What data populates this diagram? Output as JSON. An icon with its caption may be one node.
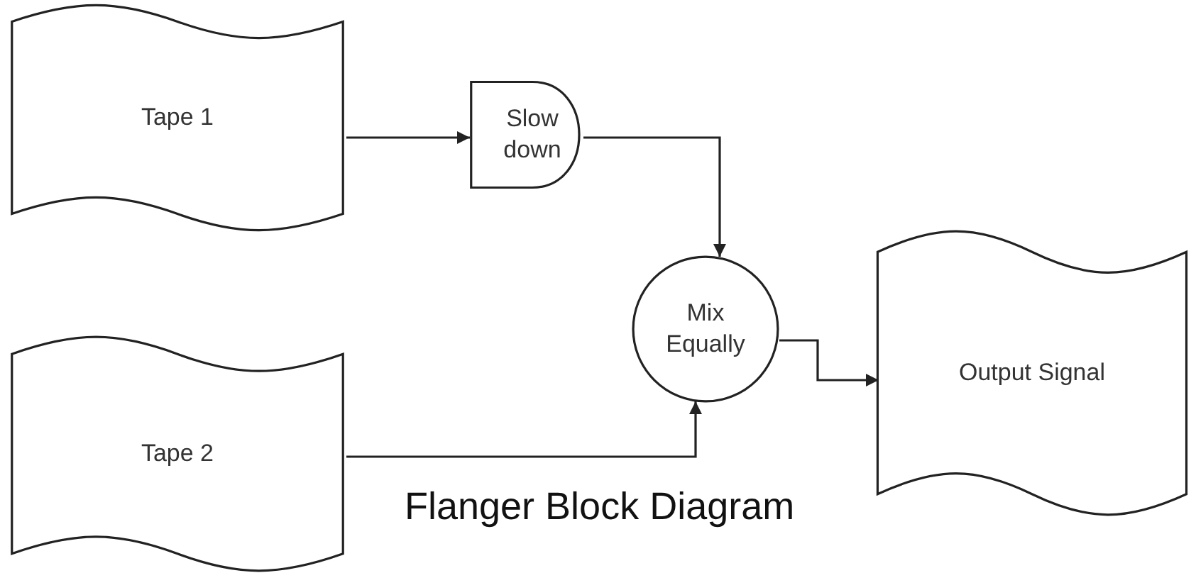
{
  "diagram": {
    "nodes": [
      {
        "text": [
          "Tape 1"
        ]
      },
      {
        "text": [
          "Slow down"
        ]
      },
      {
        "text": [
          "Mix Equally"
        ]
      },
      {
        "text": [
          "Output Signal"
        ]
      },
      {
        "text": [
          "Tape 2"
        ]
      }
    ],
    "edges": [
      {
        "from": 0,
        "to": 1,
        "arrow": "to"
      },
      {
        "from": 1,
        "to": 2,
        "arrow": "to"
      },
      {
        "from": 4,
        "to": 2,
        "arrow": "to"
      },
      {
        "from": 2,
        "to": 3,
        "arrow": "to"
      }
    ],
    "caption": "Flanger Block Diagram"
  }
}
